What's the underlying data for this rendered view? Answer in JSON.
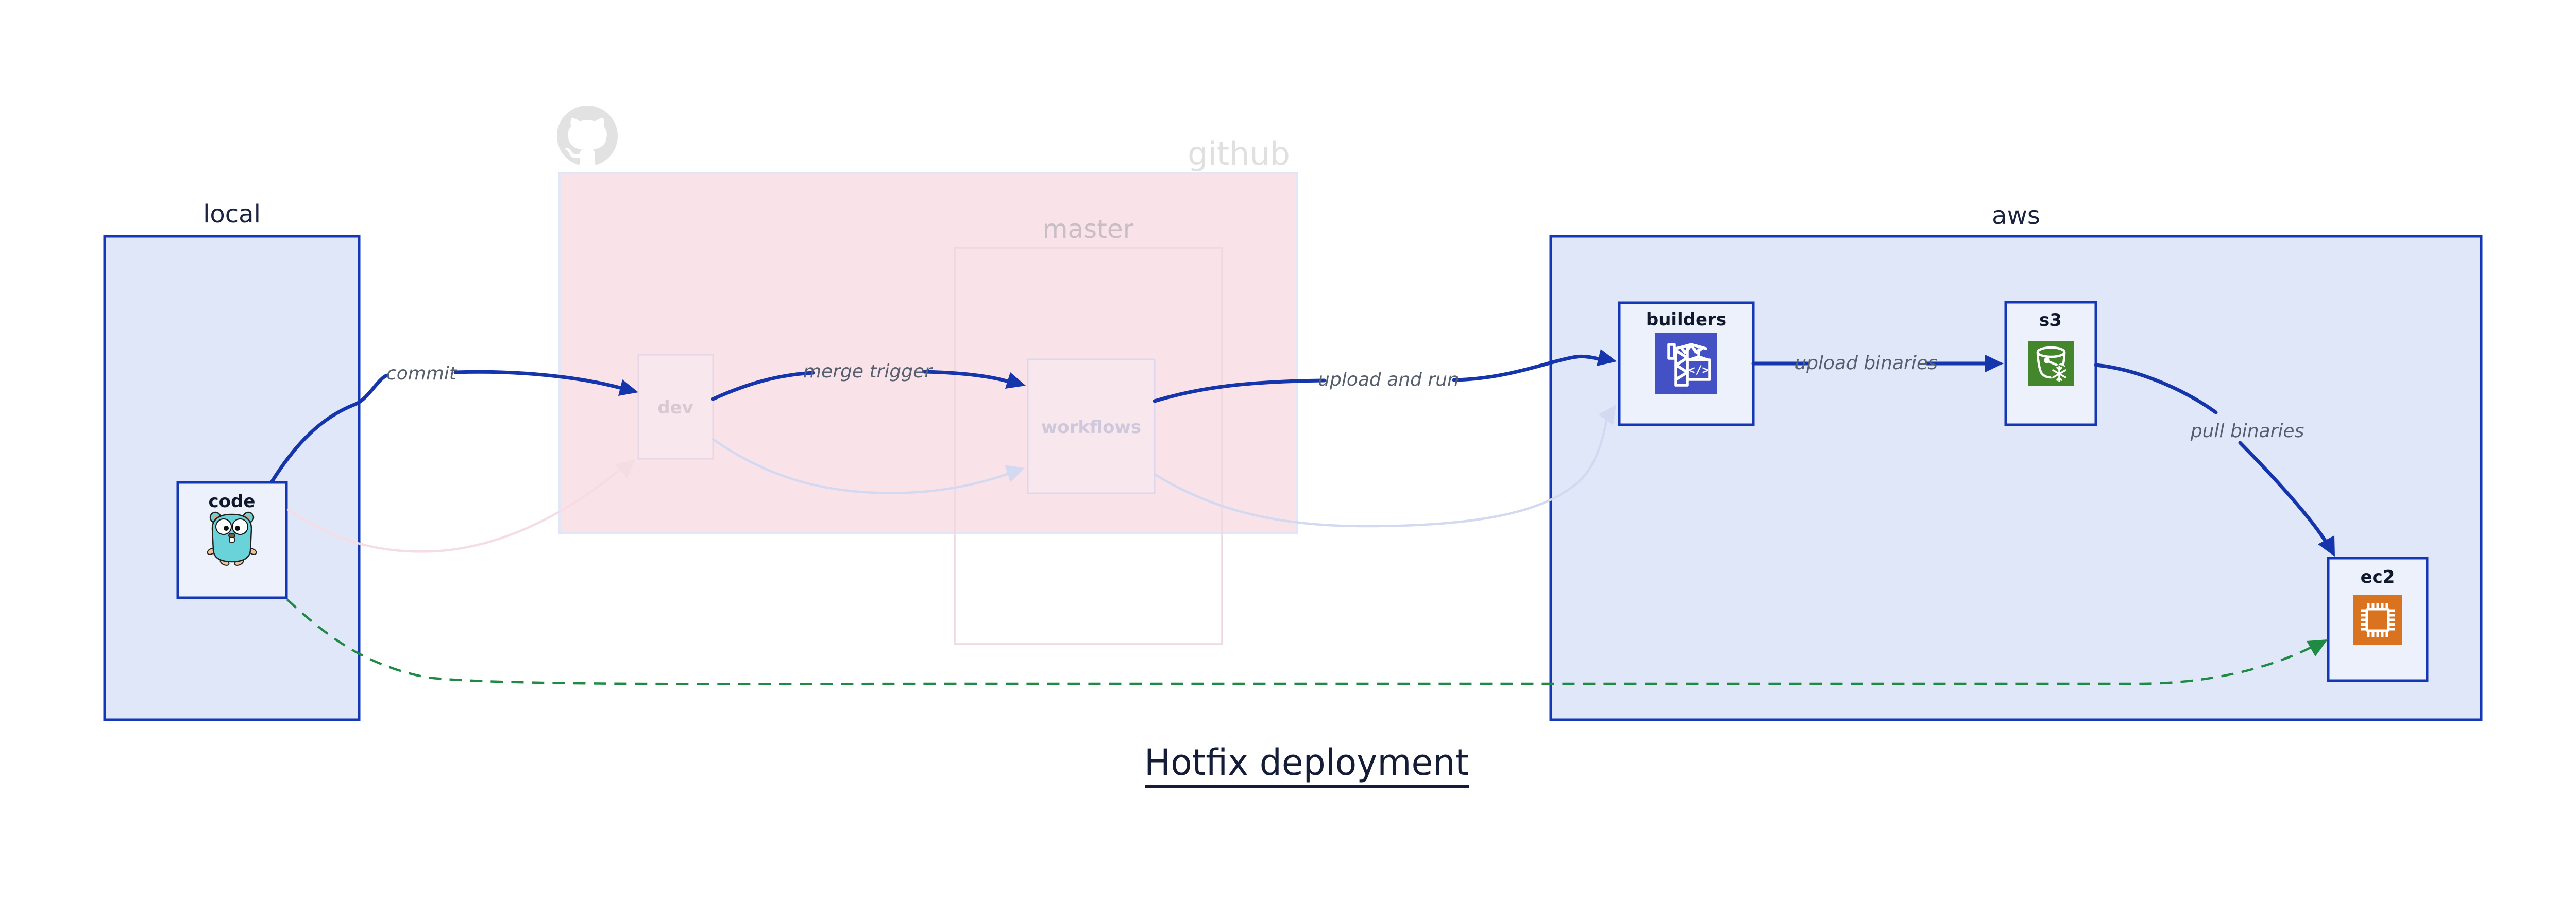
{
  "title": {
    "text": "Hotfix deployment"
  },
  "groups": {
    "local": {
      "label": "local"
    },
    "github": {
      "label": "github",
      "master_label": "master"
    },
    "aws": {
      "label": "aws"
    }
  },
  "nodes": {
    "code": {
      "label": "code"
    },
    "dev": {
      "label": "dev"
    },
    "workflows": {
      "label": "workflows"
    },
    "builders": {
      "label": "builders",
      "icon_glyph": "</>"
    },
    "s3": {
      "label": "s3"
    },
    "ec2": {
      "label": "ec2"
    }
  },
  "edges": {
    "commit": {
      "label": "commit"
    },
    "merge_trigger": {
      "label": "merge trigger"
    },
    "upload_and_run": {
      "label": "upload and run"
    },
    "upload_binaries": {
      "label": "upload binaries"
    },
    "pull_binaries": {
      "label": "pull binaries"
    }
  },
  "colors": {
    "accent_blue": "#1535ad",
    "box_border_blue": "#1437b8",
    "group_fill_lavender": "#e0e7f8",
    "node_fill": "#ecf1fc",
    "github_fill_pink": "#f9e3e9",
    "github_border": "#e2e7f8",
    "master_border": "#efd8e0",
    "faded_pink_edge": "#f6dce4",
    "faded_lavender_edge": "#d2d9f1",
    "hotfix_green": "#1f8a44",
    "codebuild_icon_indigo": "#4351c5",
    "s3_icon_green": "#43862b",
    "ec2_icon_orange": "#d9731f",
    "octocat_gray": "#e2e2e2",
    "edge_label_gray": "#565f6e",
    "gopher_teal": "#6ad3d9"
  }
}
